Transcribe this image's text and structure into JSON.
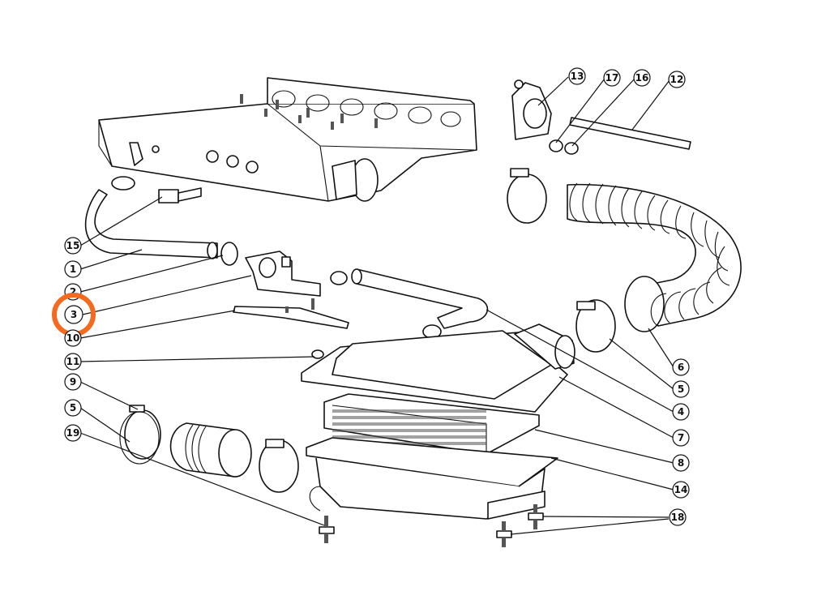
{
  "diagram": {
    "highlight_color": "#f46a1e",
    "highlighted_callout": "3",
    "callouts": [
      {
        "id": "c15",
        "label": "15"
      },
      {
        "id": "c1",
        "label": "1"
      },
      {
        "id": "c2",
        "label": "2"
      },
      {
        "id": "c3",
        "label": "3"
      },
      {
        "id": "c10",
        "label": "10"
      },
      {
        "id": "c11",
        "label": "11"
      },
      {
        "id": "c9",
        "label": "9"
      },
      {
        "id": "c5a",
        "label": "5"
      },
      {
        "id": "c19",
        "label": "19"
      },
      {
        "id": "c13",
        "label": "13"
      },
      {
        "id": "c17",
        "label": "17"
      },
      {
        "id": "c16",
        "label": "16"
      },
      {
        "id": "c12",
        "label": "12"
      },
      {
        "id": "c6",
        "label": "6"
      },
      {
        "id": "c5b",
        "label": "5"
      },
      {
        "id": "c4",
        "label": "4"
      },
      {
        "id": "c7",
        "label": "7"
      },
      {
        "id": "c8",
        "label": "8"
      },
      {
        "id": "c14",
        "label": "14"
      },
      {
        "id": "c18",
        "label": "18"
      }
    ]
  }
}
